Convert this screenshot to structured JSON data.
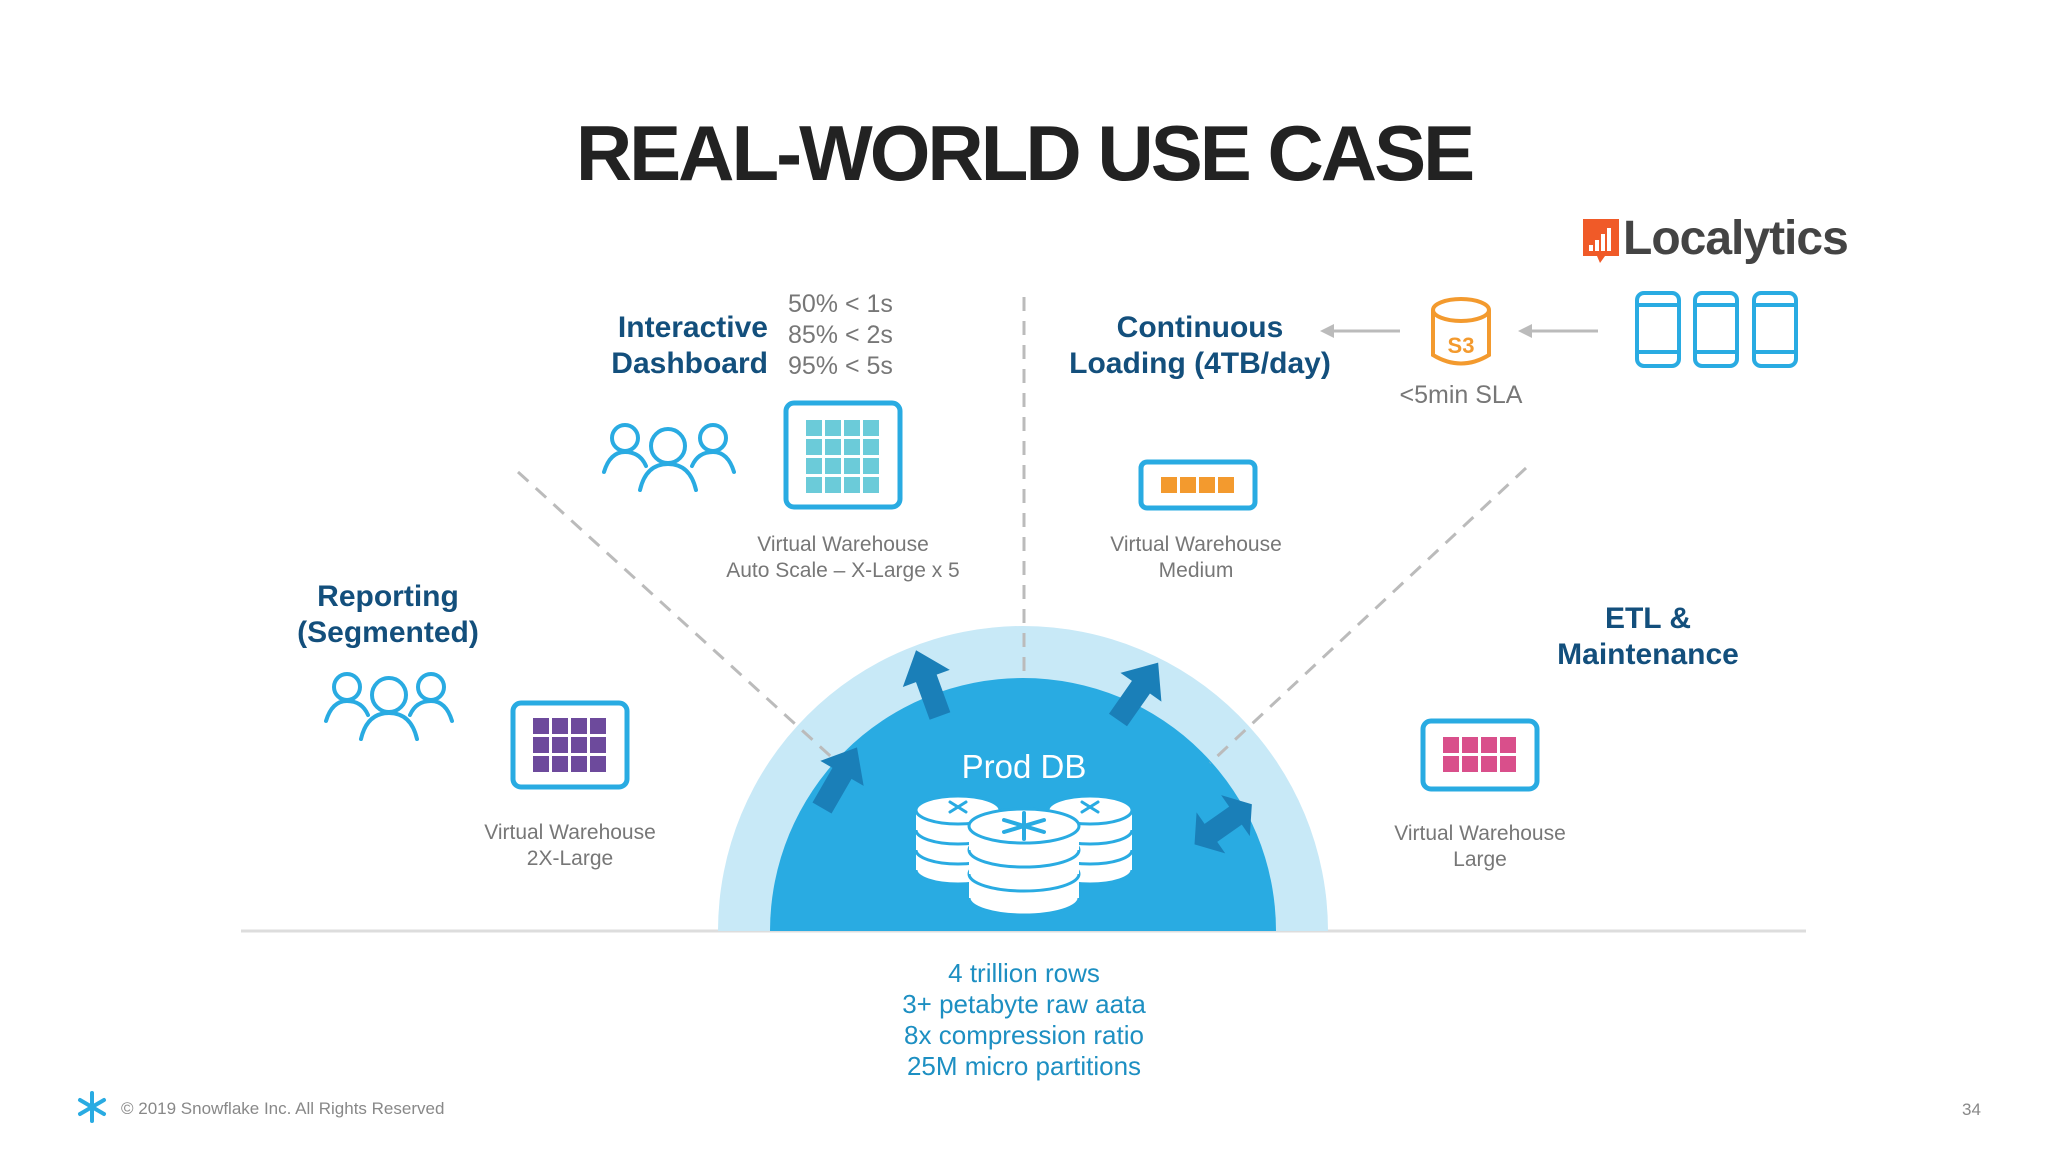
{
  "slide": {
    "title": "REAL-WORLD USE CASE",
    "page_number": "34",
    "footer": "© 2019 Snowflake Inc. All Rights Reserved"
  },
  "brand": {
    "name": "Localytics"
  },
  "sections": {
    "interactive": {
      "line1": "Interactive",
      "line2": "Dashboard"
    },
    "continuous": {
      "line1": "Continuous",
      "line2": "Loading (4TB/day)"
    },
    "reporting": {
      "line1": "Reporting",
      "line2": "(Segmented)"
    },
    "etl": {
      "line1": "ETL &",
      "line2": "Maintenance"
    }
  },
  "metrics": [
    "50% < 1s",
    "85% < 2s",
    "95% < 5s"
  ],
  "s3": {
    "badge": "S3",
    "sla": "<5min SLA"
  },
  "warehouses": {
    "interactive": {
      "line1": "Virtual Warehouse",
      "line2": "Auto Scale – X-Large x 5",
      "color": "#6bcbd9"
    },
    "continuous": {
      "line1": "Virtual Warehouse",
      "line2": "Medium",
      "color": "#f39a2e"
    },
    "reporting": {
      "line1": "Virtual Warehouse",
      "line2": "2X-Large",
      "color": "#6d4a9c"
    },
    "etl": {
      "line1": "Virtual Warehouse",
      "line2": "Large",
      "color": "#d94f8b"
    }
  },
  "prod_db": {
    "label": "Prod DB"
  },
  "stats": [
    "4 trillion rows",
    "3+ petabyte raw aata",
    "8x compression ratio",
    "25M micro partitions"
  ],
  "colors": {
    "frame": "#29abe2",
    "dome_outer": "#c8e9f7",
    "dome_inner": "#29abe2",
    "arrow": "#1a7fb8",
    "section_text": "#134f7c",
    "brand_orange": "#f05a28",
    "s3_orange": "#f39a2e"
  },
  "icons": [
    "users-icon",
    "warehouse-grid-icon",
    "s3-bucket-icon",
    "phone-icon",
    "database-icon",
    "snowflake-icon",
    "arrow-icon"
  ]
}
